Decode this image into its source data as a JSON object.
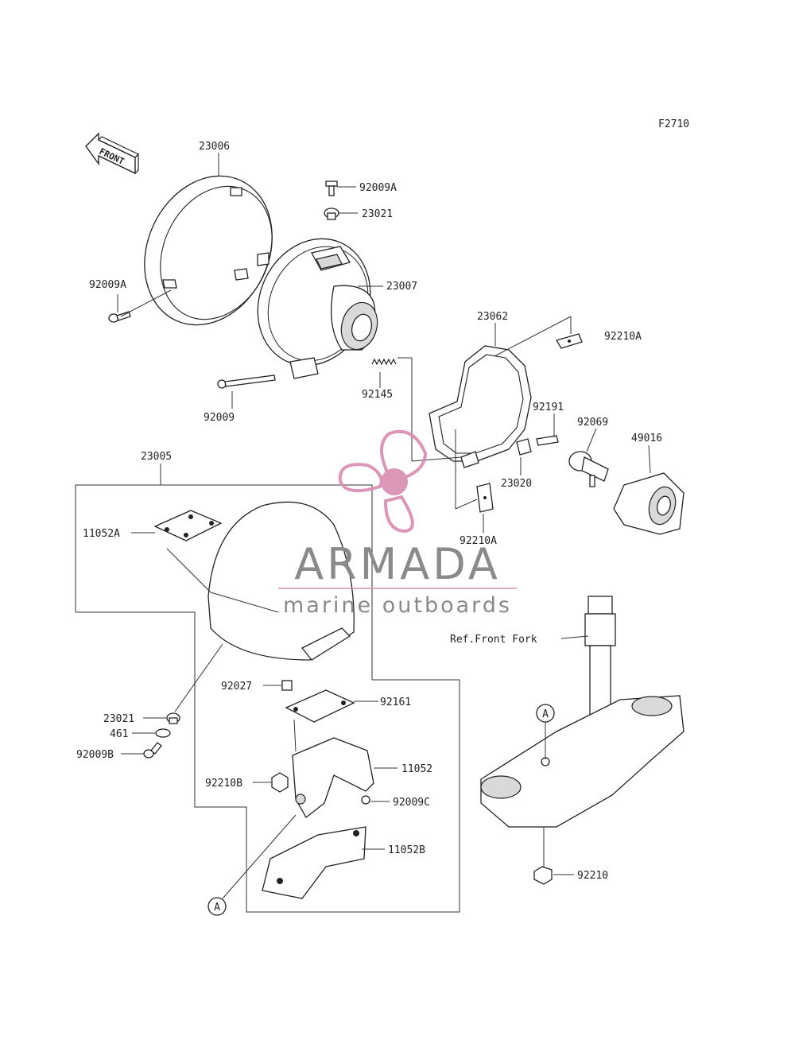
{
  "figure_code": "F2710",
  "front_arrow_label": "FRONT",
  "watermark": {
    "brand": "ARMADA",
    "tagline": "marine outboards",
    "logo_color": "#d98bb0",
    "text_color": "#8a8a8a"
  },
  "callouts": {
    "c23006": "23006",
    "c92009A_top": "92009A",
    "c23021_top": "23021",
    "c92009A_left": "92009A",
    "c23007": "23007",
    "c23062": "23062",
    "c92210A_top": "92210A",
    "c92145": "92145",
    "c92009": "92009",
    "c92191": "92191",
    "c92069": "92069",
    "c49016": "49016",
    "c23020": "23020",
    "c92210A_bottom": "92210A",
    "c23005": "23005",
    "c11052A": "11052A",
    "c92027": "92027",
    "c92161": "92161",
    "c23021_bottom": "23021",
    "c461": "461",
    "c92009B": "92009B",
    "c92210B": "92210B",
    "c11052": "11052",
    "c92009C": "92009C",
    "c11052B": "11052B",
    "c92210": "92210",
    "ref_front_fork": "Ref.Front Fork",
    "ref_a_left": "A",
    "ref_a_right": "A"
  }
}
